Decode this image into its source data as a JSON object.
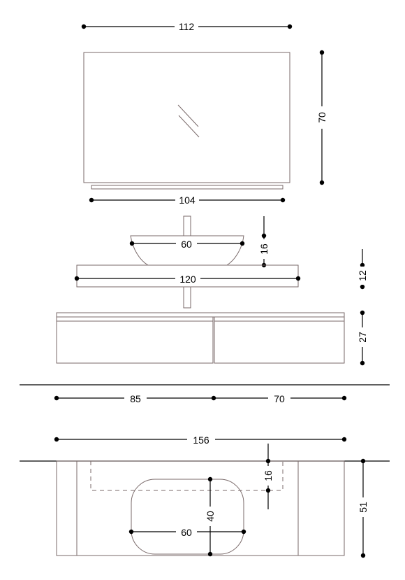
{
  "mirror": {
    "width_label": "112",
    "height_label": "70",
    "shelf_label": "104"
  },
  "basin_side": {
    "basin_width_label": "60",
    "basin_height_label": "16",
    "top_width_label": "120",
    "top_thickness_label": "12",
    "drawer_height_label": "27"
  },
  "drawers": {
    "left_width_label": "85",
    "right_width_label": "70"
  },
  "plan": {
    "total_width_label": "156",
    "depth_label": "51",
    "basin_width_label": "60",
    "basin_depth_label": "40",
    "offset_label": "16"
  }
}
